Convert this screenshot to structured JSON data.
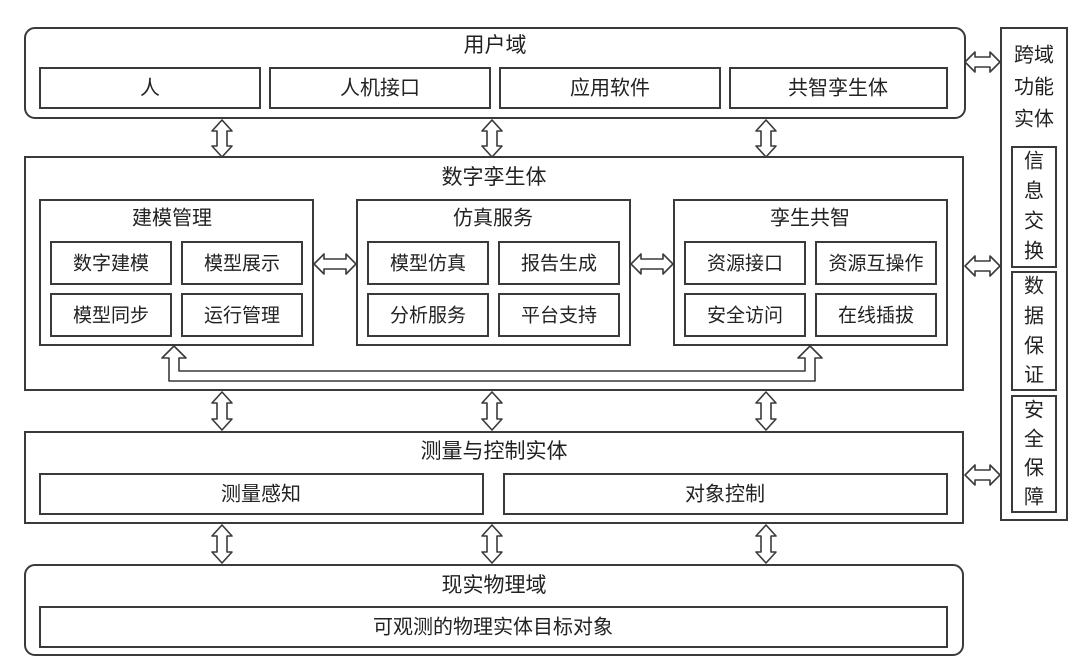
{
  "user_domain": {
    "title": "用户域",
    "items": [
      "人",
      "人机接口",
      "应用软件",
      "共智孪生体"
    ]
  },
  "digital_twin": {
    "title": "数字孪生体",
    "modeling": {
      "title": "建模管理",
      "items": [
        "数字建模",
        "模型展示",
        "模型同步",
        "运行管理"
      ]
    },
    "simulation": {
      "title": "仿真服务",
      "items": [
        "模型仿真",
        "报告生成",
        "分析服务",
        "平台支持"
      ]
    },
    "co_intel": {
      "title": "孪生共智",
      "items": [
        "资源接口",
        "资源互操作",
        "安全访问",
        "在线插拔"
      ]
    }
  },
  "measure_control": {
    "title": "测量与控制实体",
    "items": [
      "测量感知",
      "对象控制"
    ]
  },
  "physical_domain": {
    "title": "现实物理域",
    "items": [
      "可观测的物理实体目标对象"
    ]
  },
  "cross_domain": {
    "title_line1": "跨域",
    "title_line2": "功能",
    "title_line3": "实体",
    "groups": [
      [
        "信",
        "息",
        "交",
        "换"
      ],
      [
        "数",
        "据",
        "保",
        "证"
      ],
      [
        "安",
        "全",
        "保",
        "障"
      ]
    ]
  }
}
